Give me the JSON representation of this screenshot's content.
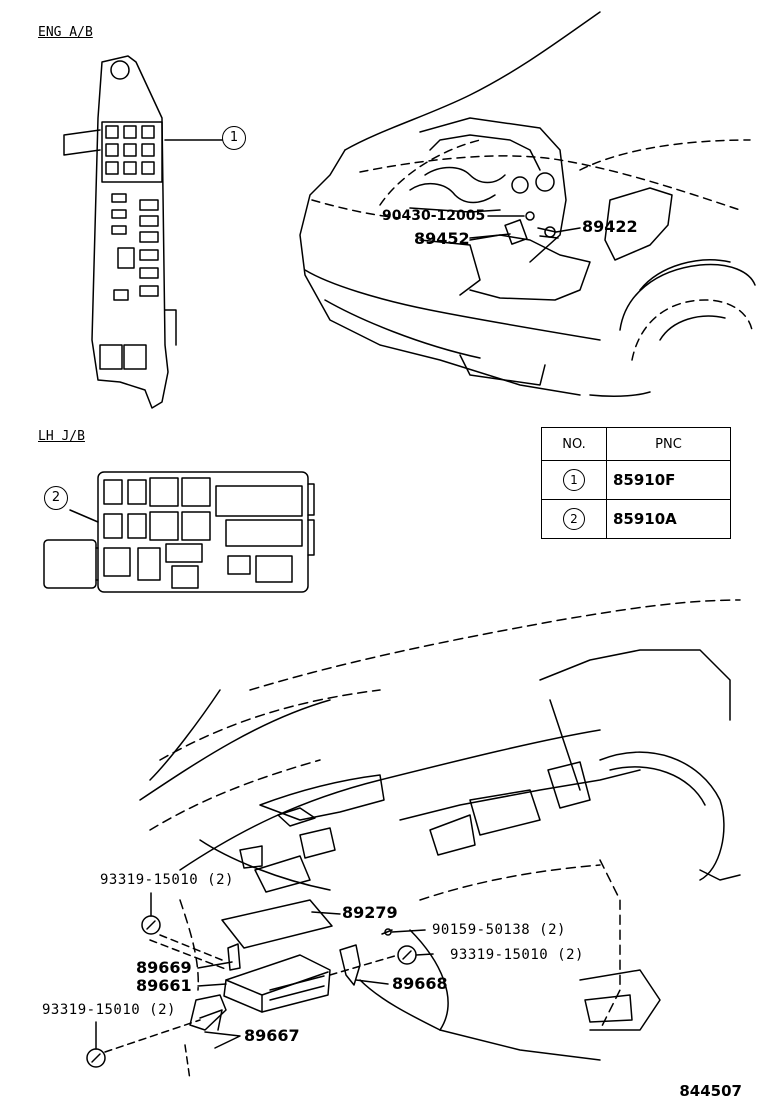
{
  "sections": {
    "eng_ab": "ENG A/B",
    "lh_jb": "LH J/B"
  },
  "callouts": {
    "c1": "1",
    "c2": "2"
  },
  "engine_parts": {
    "bolt": "90430-12005",
    "sensor_a": "89452",
    "sensor_b": "89422"
  },
  "dash_parts": {
    "screw_top": "93319-15010 (2)",
    "cover": "89279",
    "clip": "90159-50138 (2)",
    "screw_right": "93319-15010 (2)",
    "bracket_upper": "89669",
    "computer": "89661",
    "bracket_right": "89668",
    "screw_left": "93319-15010 (2)",
    "bracket_lower": "89667"
  },
  "pnc_table": {
    "headers": [
      "NO.",
      "PNC"
    ],
    "rows": [
      {
        "no": "1",
        "pnc": "85910F"
      },
      {
        "no": "2",
        "pnc": "85910A"
      }
    ]
  },
  "illustration_code": "844507"
}
